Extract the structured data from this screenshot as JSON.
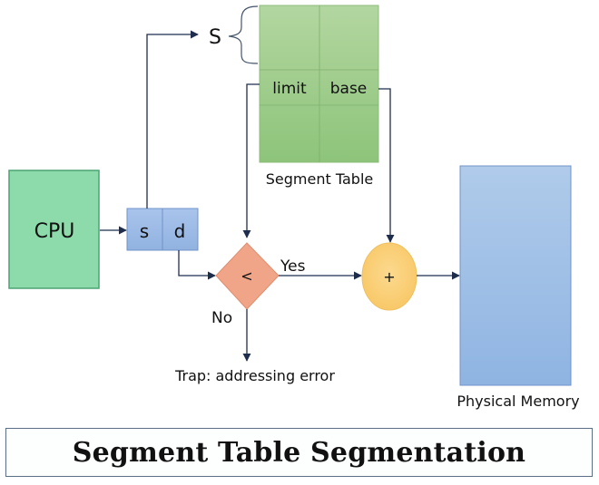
{
  "diagram": {
    "title": "Segment Table Segmentation",
    "cpu": {
      "label": "CPU"
    },
    "logical_address": {
      "segment_label": "s",
      "offset_label": "d"
    },
    "segment_pointer": {
      "label": "S"
    },
    "segment_table": {
      "caption": "Segment Table",
      "columns": [
        "limit",
        "base"
      ]
    },
    "comparator": {
      "symbol": "<",
      "yes_label": "Yes",
      "no_label": "No"
    },
    "trap": {
      "label": "Trap: addressing error"
    },
    "adder": {
      "symbol": "+"
    },
    "physical_memory": {
      "label": "Physical Memory"
    },
    "colors": {
      "cpu_fill": "#8ddbaa",
      "cpu_stroke": "#4aa472",
      "address_fill": "#9cbbe6",
      "table_fill_top": "#b3d6a0",
      "table_fill_bottom": "#8dc47a",
      "comparator_fill": "#f0a488",
      "adder_fill": "#fbcf7a",
      "memory_fill_top": "#b0cbea",
      "memory_fill_bottom": "#8fb4e2",
      "arrow": "#1f2d4d"
    }
  }
}
